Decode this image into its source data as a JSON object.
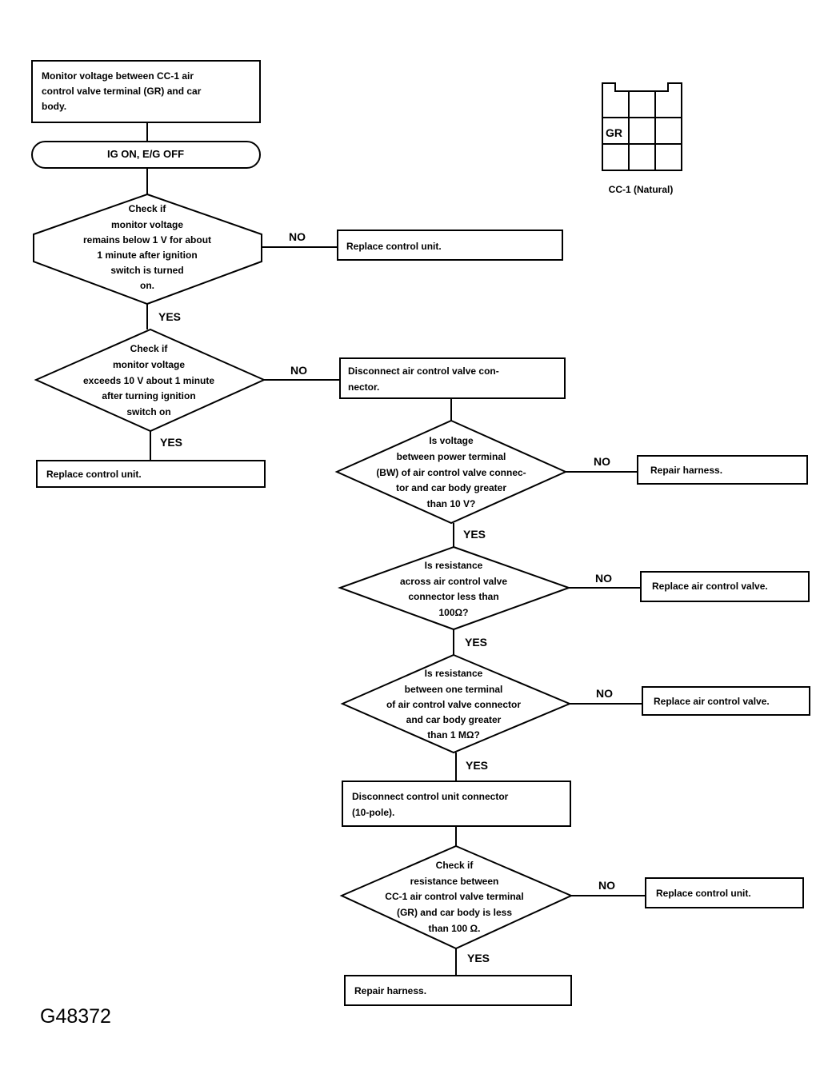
{
  "flowchart": {
    "start_box": [
      "Monitor voltage between CC-1 air",
      "control valve terminal (GR) and car",
      "body."
    ],
    "condition": "IG ON, E/G OFF",
    "decision_1": [
      "Check if",
      "monitor voltage",
      "remains below 1 V for about",
      "1 minute after ignition",
      "switch is turned",
      "on."
    ],
    "decision_1_no_action": "Replace control unit.",
    "decision_2": [
      "Check if",
      "monitor voltage",
      "exceeds 10 V about 1 minute",
      "after turning ignition",
      "switch on"
    ],
    "decision_2_yes_action": "Replace control unit.",
    "decision_2_no_action": [
      "Disconnect air control valve con-",
      "nector."
    ],
    "decision_3": [
      "Is voltage",
      "between power terminal",
      "(BW) of air control valve connec-",
      "tor and car body greater",
      "than 10 V?"
    ],
    "decision_3_no_action": "Repair harness.",
    "decision_4": [
      "Is resistance",
      "across air control valve",
      "connector less than",
      "100Ω?"
    ],
    "decision_4_no_action": "Replace air control valve.",
    "decision_5": [
      "Is resistance",
      "between one terminal",
      "of air control valve connector",
      "and car body greater",
      "than 1 MΩ?"
    ],
    "decision_5_no_action": "Replace air control valve.",
    "action_disconnect_cu": [
      "Disconnect control unit connector",
      "(10-pole)."
    ],
    "decision_6": [
      "Check if",
      "resistance between",
      "CC-1 air control valve terminal",
      "(GR) and car body is less",
      "than 100 Ω."
    ],
    "decision_6_no_action": "Replace control unit.",
    "decision_6_yes_action": "Repair harness.",
    "yes_label": "YES",
    "no_label": "NO"
  },
  "connector": {
    "terminal_label": "GR",
    "caption": "CC-1 (Natural)"
  },
  "figure_code": "G48372"
}
